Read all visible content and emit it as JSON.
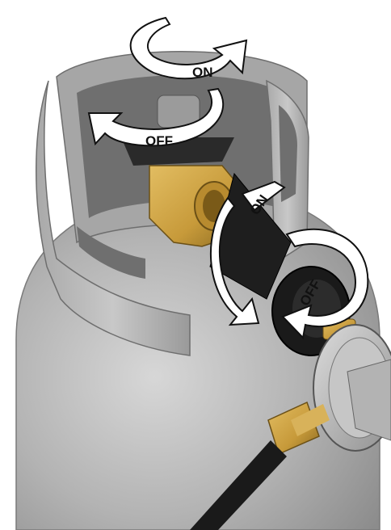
{
  "labels": {
    "valve_on": "ON",
    "valve_off": "OFF",
    "connector_on": "ON",
    "connector_off": "OFF"
  },
  "colors": {
    "tank_body": "#b9b9b9",
    "tank_shadow": "#8e8e8e",
    "brass": "#c9a043",
    "brass_dark": "#8a6a22",
    "black_part": "#1c1c1c",
    "arrow_fill": "#ffffff",
    "arrow_stroke": "#111111"
  }
}
